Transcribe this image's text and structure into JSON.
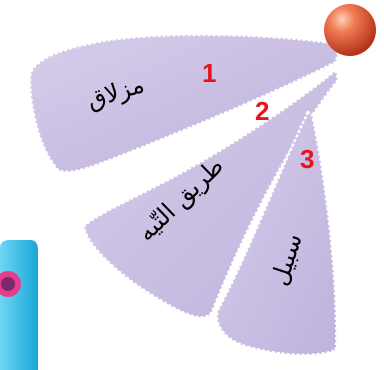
{
  "options": [
    {
      "number": "1",
      "label": "مزلاق"
    },
    {
      "number": "2",
      "label": "طريق التّيه"
    },
    {
      "number": "3",
      "label": "سبيل"
    }
  ],
  "colors": {
    "petal_fill": "#c8bde0",
    "petal_edge": "#7a5fa0",
    "number_color": "#e8141b",
    "pivot_ball": "#e0512c",
    "side_toy": "#2cb8e8",
    "side_toy_accent": "#e63c8c"
  }
}
